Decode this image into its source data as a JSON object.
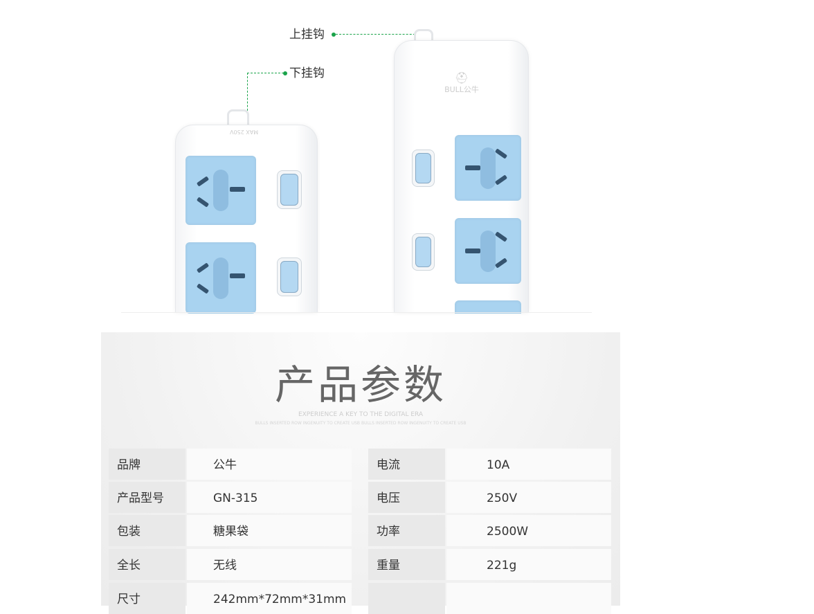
{
  "callouts": {
    "upper_hook": "上挂钩",
    "lower_hook": "下挂钩"
  },
  "brand_logo": "BULL公牛",
  "max_mark": "MAX 250V",
  "section": {
    "title": "产品参数",
    "subtitle": "EXPERIENCE A KEY TO THE DIGITAL ERA",
    "tagline": "BULLS INSERTED ROW INGENUITY TO CREATE USB BULLS INSERTED ROW INGENUITY TO CREATE USB"
  },
  "specs_left": [
    {
      "label": "品牌",
      "value": "公牛"
    },
    {
      "label": "产品型号",
      "value": "GN-315"
    },
    {
      "label": "包装",
      "value": "糖果袋"
    },
    {
      "label": "全长",
      "value": "无线"
    },
    {
      "label": "尺寸",
      "value": "242mm*72mm*31mm"
    }
  ],
  "specs_right": [
    {
      "label": "电流",
      "value": "10A"
    },
    {
      "label": "电压",
      "value": "250V"
    },
    {
      "label": "功率",
      "value": "2500W"
    },
    {
      "label": "重量",
      "value": "221g"
    },
    {
      "label": "",
      "value": ""
    }
  ],
  "colors": {
    "accent": "#1aa34a",
    "socket": "#a9d3f0"
  }
}
